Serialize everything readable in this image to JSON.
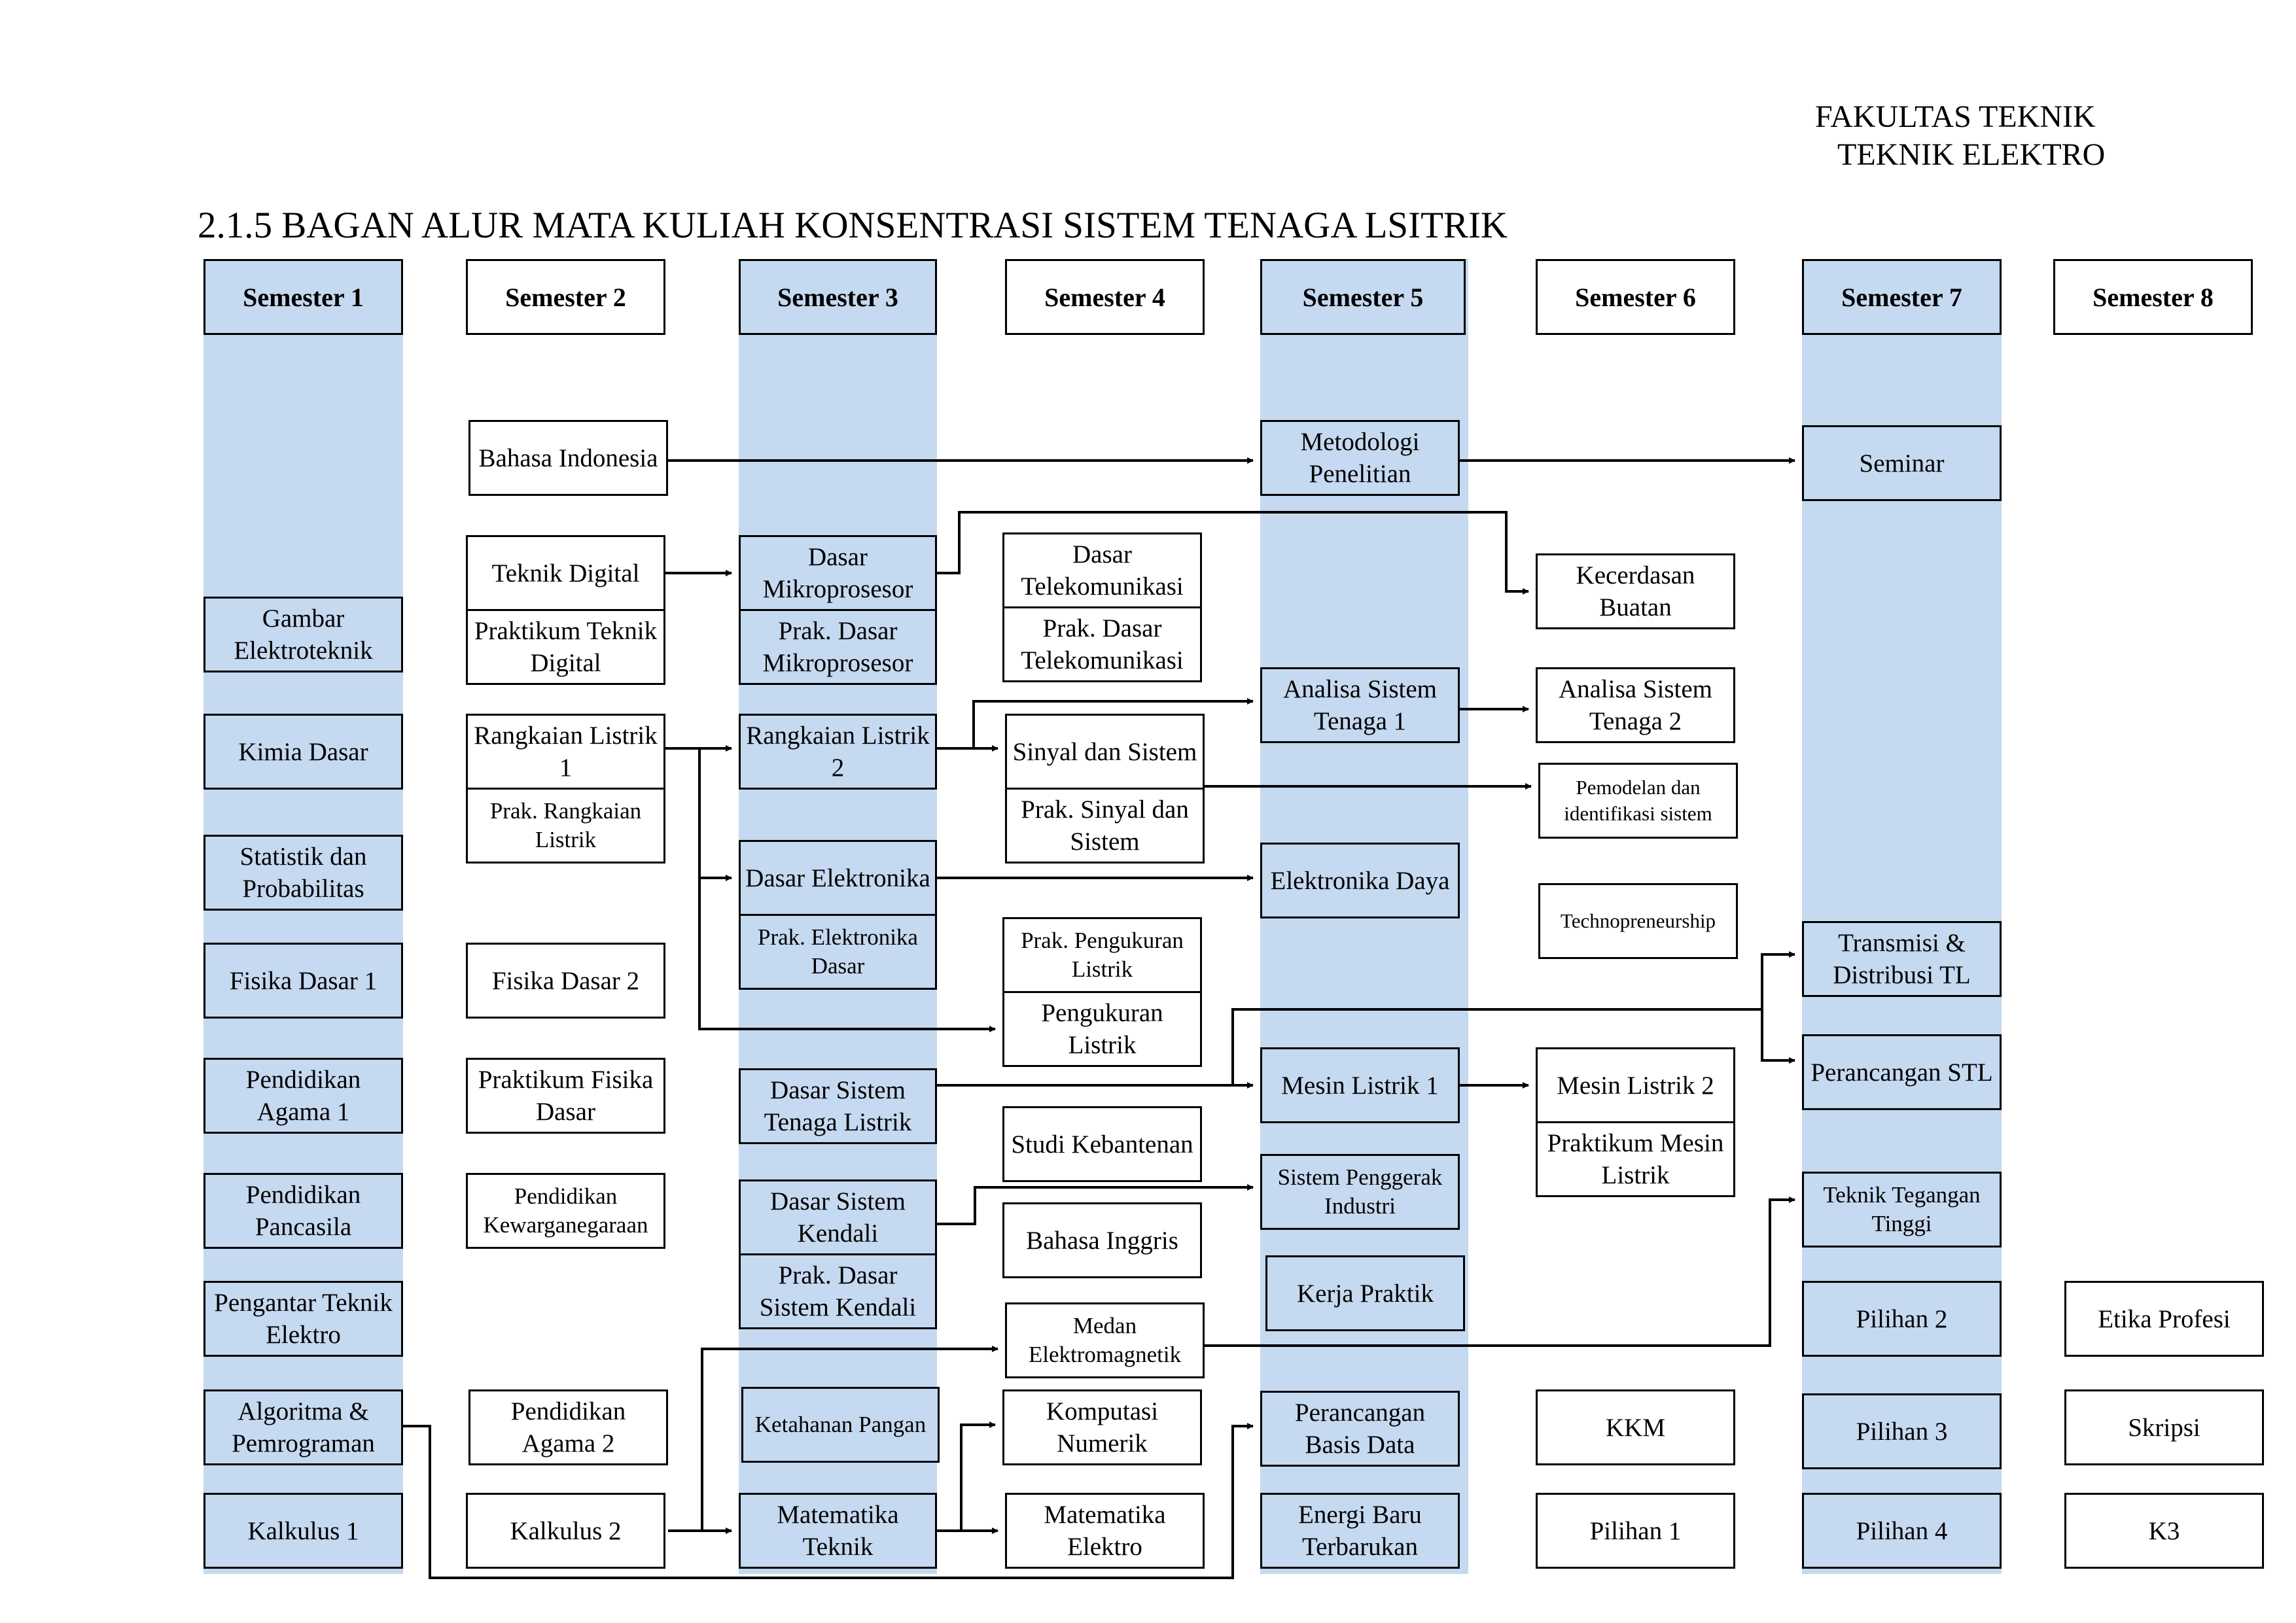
{
  "header": {
    "faculty": "FAKULTAS TEKNIK",
    "department": "TEKNIK ELEKTRO",
    "title": "2.1.5 BAGAN ALUR MATA KULIAH KONSENTRASI SISTEM TENAGA LSITRIK"
  },
  "colors": {
    "band": "#c5d9f0",
    "border": "#000000",
    "background": "#ffffff"
  },
  "semesters": [
    "Semester 1",
    "Semester 2",
    "Semester 3",
    "Semester 4",
    "Semester 5",
    "Semester 6",
    "Semester 7",
    "Semester 8"
  ],
  "courses": {
    "s1": {
      "gambar": "Gambar Elektroteknik",
      "kimia": "Kimia Dasar",
      "statistik": "Statistik dan Probabilitas",
      "fisika1": "Fisika Dasar 1",
      "agama1": "Pendidikan Agama 1",
      "pancasila": "Pendidikan Pancasila",
      "pte": "Pengantar Teknik Elektro",
      "algo": "Algoritma & Pemrograman",
      "kalkulus1": "Kalkulus 1"
    },
    "s2": {
      "bahasa_indonesia": "Bahasa Indonesia",
      "teknik_digital": "Teknik Digital",
      "prak_teknik_digital": "Praktikum Teknik Digital",
      "rangkaian1": "Rangkaian Listrik 1",
      "prak_rangkaian": "Prak. Rangkaian Listrik",
      "fisika2": "Fisika Dasar 2",
      "prak_fisika": "Praktikum Fisika Dasar",
      "kewarganegaraan": "Pendidikan Kewarganegaraan",
      "agama2": "Pendidikan Agama 2",
      "kalkulus2": "Kalkulus 2"
    },
    "s3": {
      "mikro": "Dasar Mikroprosesor",
      "prak_mikro": "Prak. Dasar Mikroprosesor",
      "rangkaian2": "Rangkaian Listrik 2",
      "elektronika": "Dasar Elektronika",
      "prak_elektronika": "Prak. Elektronika Dasar",
      "dstl": "Dasar Sistem Tenaga Listrik",
      "kendali": "Dasar Sistem Kendali",
      "prak_kendali": "Prak. Dasar Sistem Kendali",
      "ketahanan": "Ketahanan Pangan",
      "matek": "Matematika Teknik"
    },
    "s4": {
      "telekom": "Dasar Telekomunikasi",
      "prak_telekom": "Prak. Dasar Telekomunikasi",
      "sinyal": "Sinyal dan Sistem",
      "prak_sinyal": "Prak. Sinyal dan Sistem",
      "prak_pengukuran": "Prak. Pengukuran Listrik",
      "pengukuran": "Pengukuran Listrik",
      "kebantenan": "Studi Kebantenan",
      "inggris": "Bahasa Inggris",
      "medan": "Medan Elektromagnetik",
      "komputasi": "Komputasi Numerik",
      "matel": "Matematika Elektro"
    },
    "s5": {
      "metodologi": "Metodologi Penelitian",
      "asp1": "Analisa Sistem Tenaga 1",
      "elda": "Elektronika Daya",
      "mesin1": "Mesin Listrik 1",
      "penggerak": "Sistem Penggerak Industri",
      "kp": "Kerja Praktik",
      "basisdata": "Perancangan Basis Data",
      "ebt": "Energi Baru Terbarukan"
    },
    "s6": {
      "kecerdasan": "Kecerdasan Buatan",
      "asp2": "Analisa Sistem Tenaga 2",
      "pemodelan": "Pemodelan dan identifikasi sistem",
      "techno": "Technopreneurship",
      "mesin2": "Mesin Listrik 2",
      "prak_mesin": "Praktikum Mesin Listrik",
      "kkm": "KKM",
      "pilihan1": "Pilihan 1"
    },
    "s7": {
      "seminar": "Seminar",
      "transmisi": "Transmisi & Distribusi TL",
      "stl": "Perancangan STL",
      "ttt": "Teknik Tegangan Tinggi",
      "pilihan2": "Pilihan 2",
      "pilihan3": "Pilihan 3",
      "pilihan4": "Pilihan 4"
    },
    "s8": {
      "etika": "Etika Profesi",
      "skripsi": "Skripsi",
      "k3": "K3"
    }
  }
}
